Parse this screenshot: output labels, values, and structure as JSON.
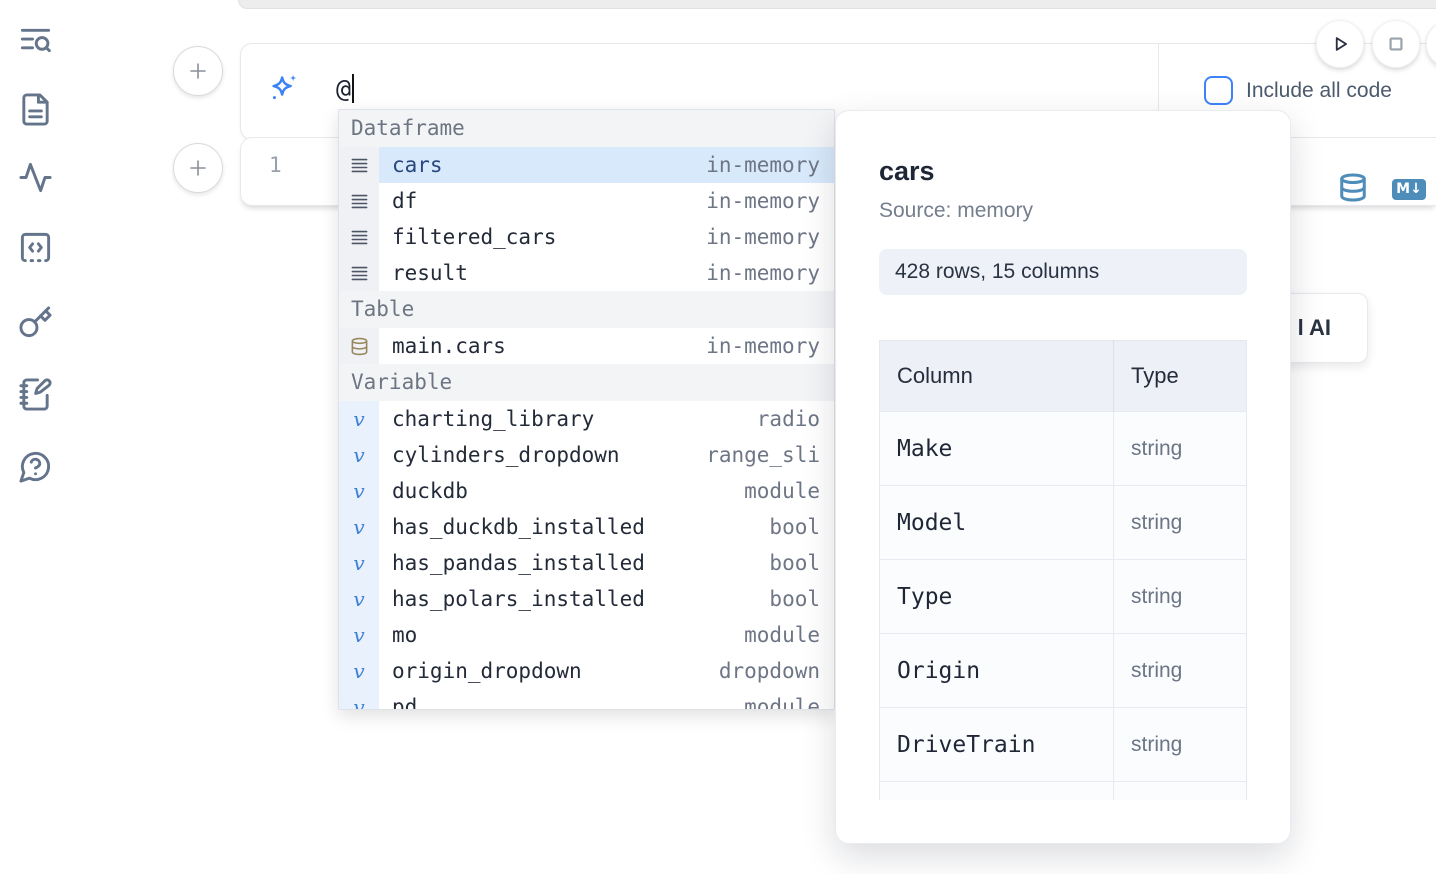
{
  "sidebar": {
    "icons": [
      {
        "name": "list-search-icon"
      },
      {
        "name": "file-text-icon"
      },
      {
        "name": "activity-icon"
      },
      {
        "name": "code-square-icon"
      },
      {
        "name": "key-icon"
      },
      {
        "name": "notebook-pen-icon"
      },
      {
        "name": "help-chat-icon"
      }
    ]
  },
  "ai_prompt": {
    "value": "@",
    "include_all_code_label": "Include all code"
  },
  "cell": {
    "line_number": "1",
    "markdown_badge": "M↓"
  },
  "autocomplete": {
    "sections": [
      {
        "label": "Dataframe",
        "icon": "rows",
        "items": [
          {
            "name": "cars",
            "type": "in-memory",
            "selected": true
          },
          {
            "name": "df",
            "type": "in-memory"
          },
          {
            "name": "filtered_cars",
            "type": "in-memory"
          },
          {
            "name": "result",
            "type": "in-memory"
          }
        ]
      },
      {
        "label": "Table",
        "icon": "database",
        "items": [
          {
            "name": "main.cars",
            "type": "in-memory"
          }
        ]
      },
      {
        "label": "Variable",
        "icon": "v",
        "items": [
          {
            "name": "charting_library",
            "type": "radio"
          },
          {
            "name": "cylinders_dropdown",
            "type": "range_sli"
          },
          {
            "name": "duckdb",
            "type": "module"
          },
          {
            "name": "has_duckdb_installed",
            "type": "bool"
          },
          {
            "name": "has_pandas_installed",
            "type": "bool"
          },
          {
            "name": "has_polars_installed",
            "type": "bool"
          },
          {
            "name": "mo",
            "type": "module"
          },
          {
            "name": "origin_dropdown",
            "type": "dropdown"
          },
          {
            "name": "pd",
            "type": "module"
          }
        ]
      }
    ]
  },
  "preview": {
    "title": "cars",
    "source": "Source: memory",
    "shape": "428 rows, 15 columns",
    "table": {
      "headers": [
        "Column",
        "Type"
      ],
      "rows": [
        [
          "Make",
          "string"
        ],
        [
          "Model",
          "string"
        ],
        [
          "Type",
          "string"
        ],
        [
          "Origin",
          "string"
        ],
        [
          "DriveTrain",
          "string"
        ],
        [
          "",
          ""
        ]
      ]
    }
  },
  "ai_button": {
    "partial_label": "l AI"
  },
  "colors": {
    "accent_blue": "#3b82f6",
    "steel_blue": "#4e8cba",
    "selection_blue": "#d8e9fb",
    "sidebar_gray": "#64748b",
    "section_header_bg": "#f3f4f6",
    "popup_badge_bg": "#eef2f8"
  }
}
